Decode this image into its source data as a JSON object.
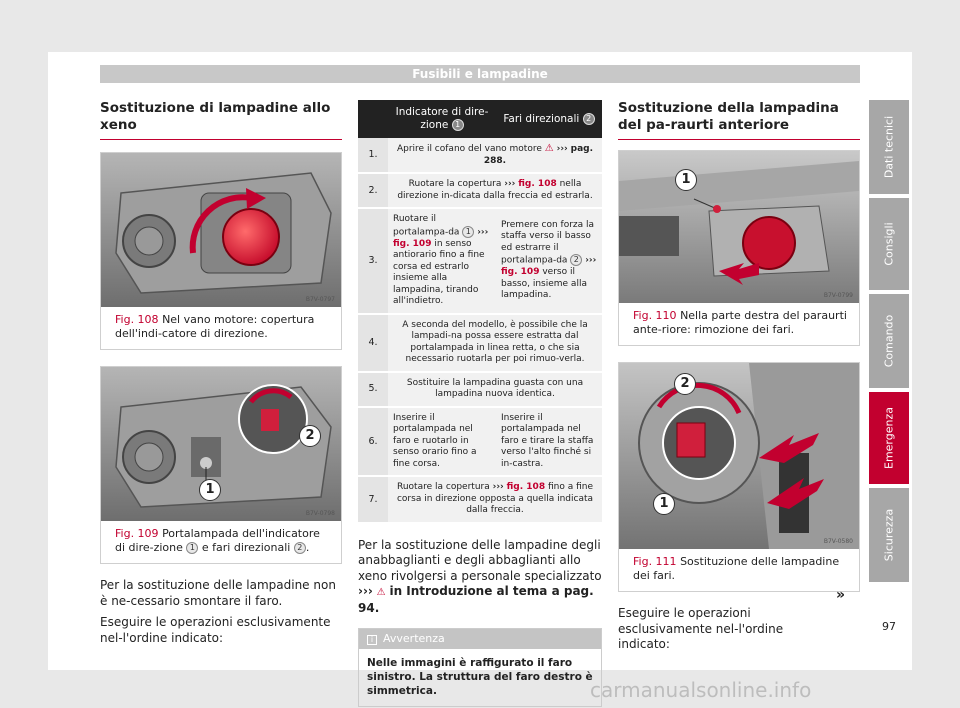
{
  "header": {
    "title": "Fusibili e lampadine"
  },
  "left": {
    "section_title": "Sostituzione di lampadine allo xeno",
    "fig108": {
      "label": "Fig. 108",
      "caption": "Nel vano motore: copertura dell'indi-catore di direzione.",
      "code": "B7V-0797"
    },
    "fig109": {
      "label": "Fig. 109",
      "caption_a": "Portalampada dell'indicatore di dire-zione",
      "badge_1": "1",
      "caption_b": "e fari direzionali",
      "badge_2": "2",
      "caption_c": ".",
      "code": "B7V-0798",
      "callout_1": "1",
      "callout_2": "2"
    },
    "para1": "Per la sostituzione delle lampadine non è ne-cessario smontare il faro.",
    "para2": "Eseguire le operazioni esclusivamente nel-l'ordine indicato:"
  },
  "table": {
    "head_a": "Indicatore di dire-zione",
    "head_a_badge": "1",
    "head_b": "Fari direzionali",
    "head_b_badge": "2",
    "rows": [
      {
        "n": "1.",
        "text": "Aprire il cofano del vano motore",
        "suffix": "pag. 288."
      },
      {
        "n": "2.",
        "pre": "Ruotare la copertura",
        "ref": "fig. 108",
        "post": "nella direzione in-dicata dalla freccia ed estrarla."
      },
      {
        "n": "3.",
        "a_pre": "Ruotare il portalampa-da",
        "a_badge": "1",
        "a_ref": "fig. 109",
        "a_post": "in senso antiorario fino a fine corsa ed estrarlo insieme alla lampadina, tirando all'indietro.",
        "b_pre": "Premere con forza la staffa verso il basso ed estrarre il portalampa-da",
        "b_badge": "2",
        "b_ref": "fig. 109",
        "b_post": "verso il basso, insieme alla lampadina."
      },
      {
        "n": "4.",
        "text": "A seconda del modello, è possibile che la lampadi-na possa essere estratta dal portalampada in linea retta, o che sia necessario ruotarla per poi rimuo-verla."
      },
      {
        "n": "5.",
        "text": "Sostituire la lampadina guasta con una lampadina nuova identica."
      },
      {
        "n": "6.",
        "a": "Inserire il portalampada nel faro e ruotarlo in senso orario fino a fine corsa.",
        "b": "Inserire il portalampada nel faro e tirare la staffa verso l'alto finché si in-castra."
      },
      {
        "n": "7.",
        "pre": "Ruotare la copertura",
        "ref": "fig. 108",
        "post": "fino a fine corsa in direzione opposta a quella indicata dalla freccia."
      }
    ],
    "arrows": "›››"
  },
  "middle": {
    "para_pre": "Per la sostituzione delle lampadine degli anabbaglianti e degli abbaglianti allo xeno rivolgersi a personale specializzato",
    "para_bold": "in Introduzione al tema a pag. 94.",
    "note_title": "Avvertenza",
    "note_body": "Nelle immagini è raffigurato il faro sinistro. La struttura del faro destro è simmetrica."
  },
  "right": {
    "section_title": "Sostituzione della lampadina del pa-raurti anteriore",
    "fig110": {
      "label": "Fig. 110",
      "caption": "Nella parte destra del paraurti ante-riore: rimozione dei fari.",
      "code": "B7V-0799",
      "callout_1": "1"
    },
    "fig111": {
      "label": "Fig. 111",
      "caption": "Sostituzione delle lampadine dei fari.",
      "code": "B7V-0580",
      "callout_1": "1",
      "callout_2": "2"
    },
    "para": "Eseguire le operazioni esclusivamente nel-l'ordine indicato:",
    "more": "»"
  },
  "sidebar": [
    "Dati tecnici",
    "Consigli",
    "Comando",
    "Emergenza",
    "Sicurezza"
  ],
  "page_number": "97",
  "watermark": "carmanualsonline.info",
  "colors": {
    "accent": "#c2002f",
    "header": "#c8c8c8",
    "tab": "#a7a7a7"
  }
}
